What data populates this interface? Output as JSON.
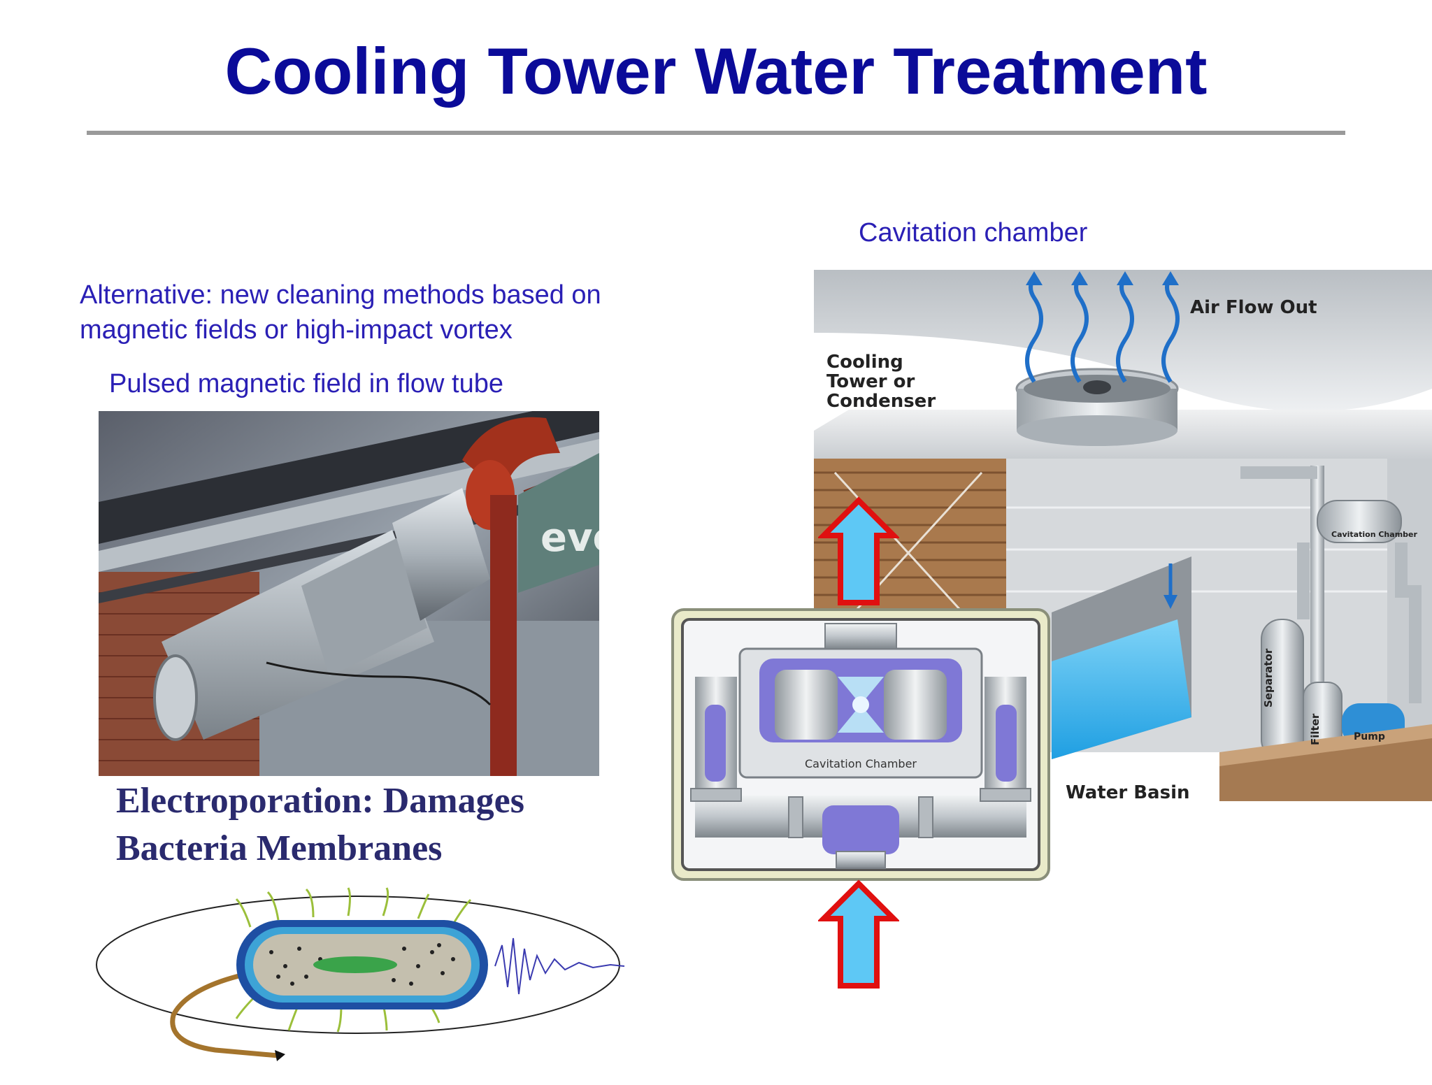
{
  "slide": {
    "title": "Cooling Tower Water Treatment",
    "cavitation_label": "Cavitation chamber",
    "alternative_line1": "Alternative: new cleaning methods based on",
    "alternative_line2": "magnetic fields or high-impact vortex",
    "pulsed_label": "Pulsed magnetic field in flow tube",
    "electroporation_line1": "Electroporation: Damages",
    "electroporation_line2": "Bacteria Membranes"
  },
  "diagram": {
    "air_flow_out": "Air Flow Out",
    "cooling_tower_line1": "Cooling",
    "cooling_tower_line2": "Tower or",
    "cooling_tower_line3": "Condenser",
    "water_basin": "Water Basin",
    "cavitation_chamber": "Cavitation Chamber",
    "cavitation_chamber_small": "Cavitation Chamber",
    "separator": "Separator",
    "filter": "Filter",
    "pump": "Pump"
  },
  "photo": {
    "sign_fragment": "evo"
  },
  "colors": {
    "title": "#0b0b99",
    "body_text": "#2a1fb5",
    "arrow_outline": "#e01010",
    "arrow_fill": "#5ec8f5",
    "water": "#2aa8e8"
  }
}
